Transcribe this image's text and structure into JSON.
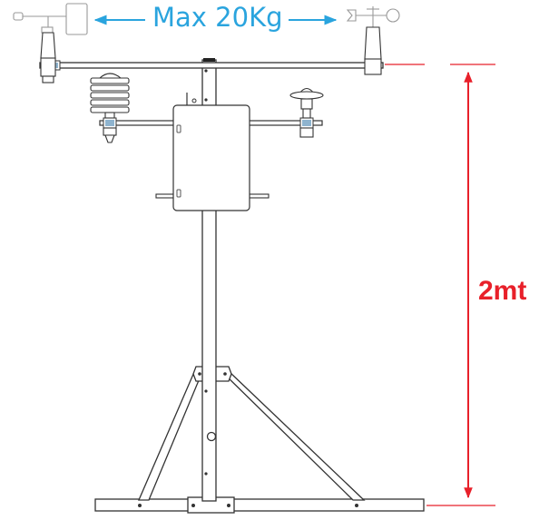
{
  "labels": {
    "max_load": "Max 20Kg",
    "height": "2mt"
  },
  "colors": {
    "load_arrow": "#2aa4de",
    "height_dimension": "#e8202a",
    "structure_stroke": "#333333",
    "clamp_blue": "#8fb4cf"
  },
  "components": [
    "wind-vane",
    "temperature-humidity-radiation-shield",
    "datalogger-enclosure",
    "pyranometer",
    "cup-anemometer"
  ]
}
